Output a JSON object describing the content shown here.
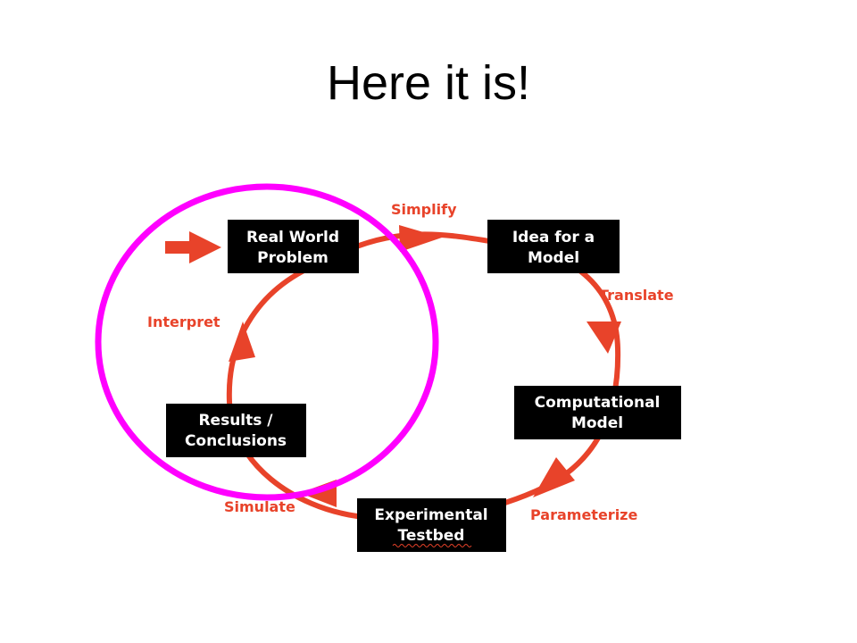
{
  "slide": {
    "title": "Here it is!"
  },
  "diagram": {
    "colors": {
      "cycle": "#e8432a",
      "box_fill": "#000000",
      "box_text": "#ffffff",
      "highlight_circle": "#ff00ff"
    },
    "nodes": {
      "real_world_problem": {
        "line1": "Real World",
        "line2": "Problem"
      },
      "idea_for_a_model": {
        "line1": "Idea for a",
        "line2": "Model"
      },
      "computational_model": {
        "line1": "Computational",
        "line2": "Model"
      },
      "experimental_testbed": {
        "line1": "Experimental",
        "line2": "Testbed"
      },
      "results_conclusions": {
        "line1": "Results /",
        "line2": "Conclusions"
      }
    },
    "edges": {
      "simplify": "Simplify",
      "translate": "Translate",
      "parameterize": "Parameterize",
      "simulate": "Simulate",
      "interpret": "Interpret"
    }
  }
}
